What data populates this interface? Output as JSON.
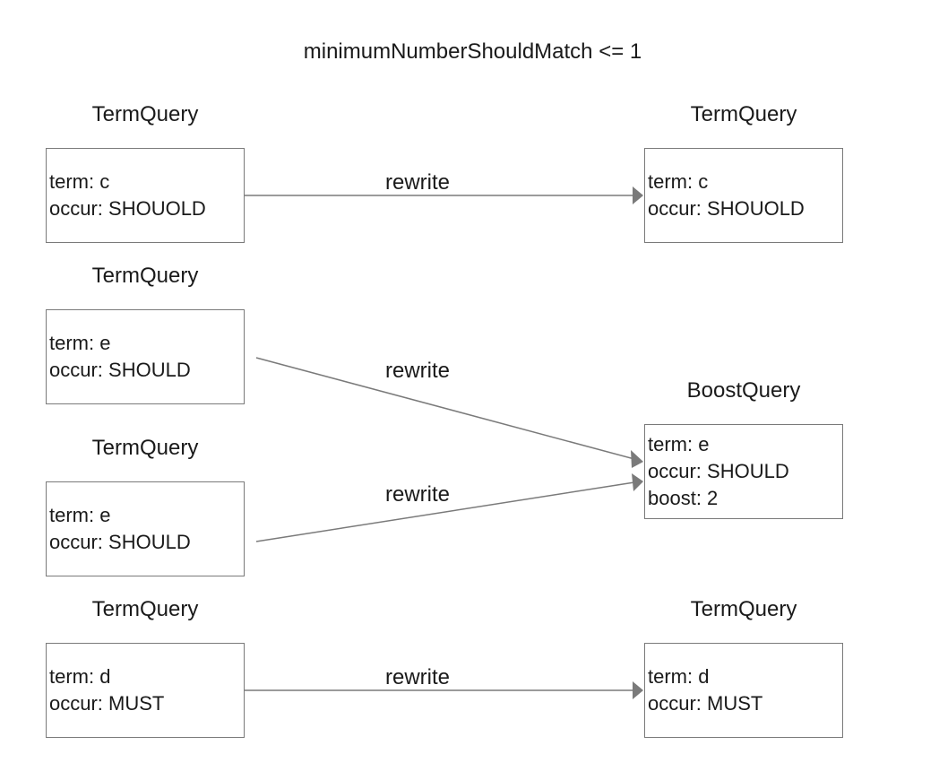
{
  "title": "minimumNumberShouldMatch <= 1",
  "nodes": {
    "left_c": {
      "type": "TermQuery",
      "lines": [
        "term: c",
        "occur: SHOUOLD"
      ]
    },
    "left_e1": {
      "type": "TermQuery",
      "lines": [
        "term: e",
        "occur: SHOULD"
      ]
    },
    "left_e2": {
      "type": "TermQuery",
      "lines": [
        "term: e",
        "occur: SHOULD"
      ]
    },
    "left_d": {
      "type": "TermQuery",
      "lines": [
        "term: d",
        "occur: MUST"
      ]
    },
    "right_c": {
      "type": "TermQuery",
      "lines": [
        "term: c",
        "occur: SHOUOLD"
      ]
    },
    "right_e": {
      "type": "BoostQuery",
      "lines": [
        "term: e",
        "occur: SHOULD",
        "boost: 2"
      ]
    },
    "right_d": {
      "type": "TermQuery",
      "lines": [
        "term: d",
        "occur: MUST"
      ]
    }
  },
  "edges": {
    "c": {
      "label": "rewrite"
    },
    "e1": {
      "label": "rewrite"
    },
    "e2": {
      "label": "rewrite"
    },
    "d": {
      "label": "rewrite"
    }
  },
  "colors": {
    "stroke": "#7a7a7a",
    "text": "#1a1a1a",
    "background": "#ffffff"
  }
}
